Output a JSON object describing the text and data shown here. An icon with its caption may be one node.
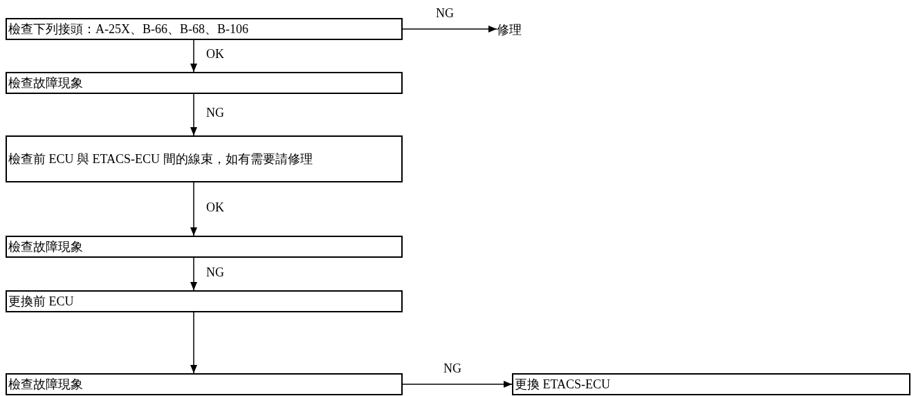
{
  "diagram": {
    "nodes": [
      {
        "text": [
          "檢查下列接頭：A-25X、B-66、B-68、B-106"
        ]
      },
      {
        "text": [
          "修理"
        ]
      },
      {
        "text": [
          "檢查故障現象"
        ]
      },
      {
        "text": [
          "檢查前 ECU 與 ETACS-ECU 間的線束，如有需要請修理"
        ]
      },
      {
        "text": [
          "檢查故障現象"
        ]
      },
      {
        "text": [
          "更換前 ECU"
        ]
      },
      {
        "text": [
          "檢查故障現象"
        ]
      },
      {
        "text": [
          "更換 ETACS-ECU"
        ]
      }
    ],
    "edges": [
      {
        "from": 0,
        "to": 1,
        "arrow": "to",
        "label": "NG"
      },
      {
        "from": 0,
        "to": 2,
        "arrow": "to",
        "label": "OK"
      },
      {
        "from": 2,
        "to": 3,
        "arrow": "to",
        "label": "NG"
      },
      {
        "from": 3,
        "to": 4,
        "arrow": "to",
        "label": "OK"
      },
      {
        "from": 4,
        "to": 5,
        "arrow": "to",
        "label": "NG"
      },
      {
        "from": 5,
        "to": 6,
        "arrow": "to"
      },
      {
        "from": 6,
        "to": 7,
        "arrow": "to",
        "label": "NG"
      }
    ]
  }
}
